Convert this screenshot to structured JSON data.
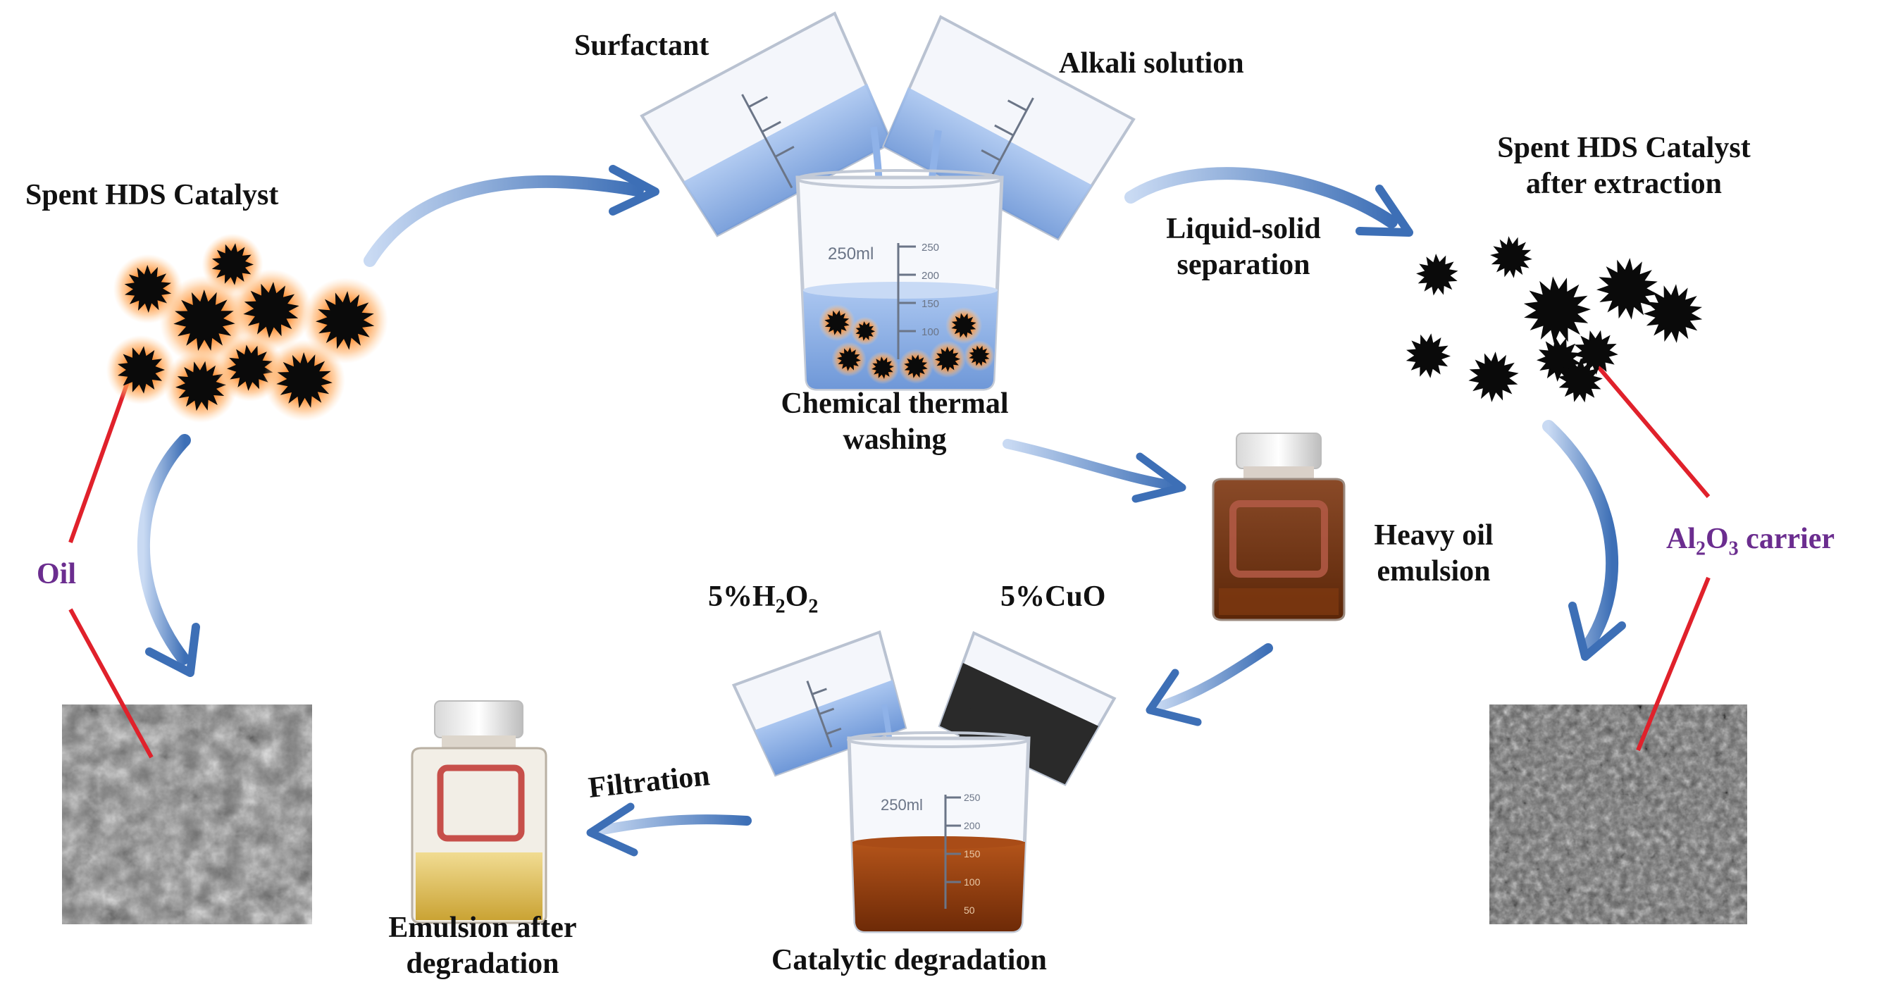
{
  "labels": {
    "spent_catalyst": "Spent HDS Catalyst",
    "surfactant": "Surfactant",
    "alkali_solution": "Alkali solution",
    "chemical_washing_1": "Chemical thermal",
    "chemical_washing_2": "washing",
    "liquid_solid_1": "Liquid-solid",
    "liquid_solid_2": "separation",
    "after_extraction_1": "Spent HDS Catalyst",
    "after_extraction_2": "after extraction",
    "oil": "Oil",
    "al2o3_main": "Al",
    "al2o3_sub2": "2",
    "al2o3_o": "O",
    "al2o3_sub3": "3",
    "al2o3_rest": " carrier",
    "heavy_oil_1": "Heavy oil",
    "heavy_oil_2": "emulsion",
    "h2o2_pre": "5%H",
    "h2o2_sub1": "2",
    "h2o2_o": "O",
    "h2o2_sub2": "2",
    "cuo": "5%CuO",
    "filtration": "Filtration",
    "catalytic_degradation": "Catalytic degradation",
    "emulsion_after_1": "Emulsion after",
    "emulsion_after_2": "degradation",
    "beaker_volume": "250ml",
    "ticks_big": [
      "250",
      "200",
      "150",
      "100"
    ],
    "ticks_small": [
      "250",
      "200",
      "150",
      "100",
      "50"
    ]
  },
  "colors": {
    "arrow_blue": "#4a7fc1",
    "connector_red": "#e0212b",
    "label_purple": "#6b2d8f",
    "liquid_blue": "#8fb2e8",
    "oil_brown": "#8b3a0c",
    "cuo_black": "#2a2a2a",
    "emulsion_yellow": "#d9b53a",
    "glow_orange": "#ff9a3c"
  }
}
